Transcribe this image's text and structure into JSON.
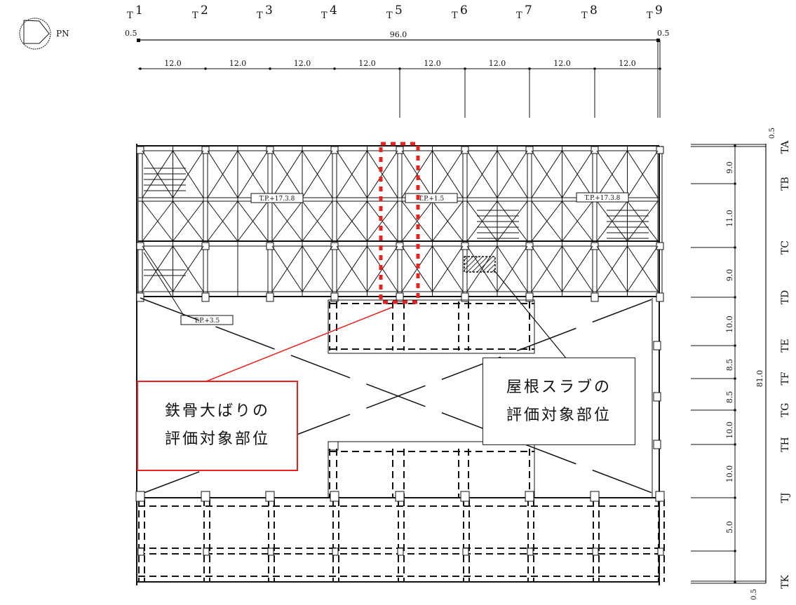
{
  "compass": {
    "label": "PN"
  },
  "column_grid": {
    "labels": [
      "1",
      "2",
      "3",
      "4",
      "5",
      "6",
      "7",
      "8",
      "9"
    ],
    "prefix": "T",
    "overall_span": "96.0",
    "edge_offset": "0.5",
    "bay_spans": [
      "12.0",
      "12.0",
      "12.0",
      "12.0",
      "12.0",
      "12.0",
      "12.0",
      "12.0"
    ]
  },
  "row_grid": {
    "labels": [
      "A",
      "B",
      "C",
      "D",
      "E",
      "F",
      "G",
      "H",
      "J",
      "K"
    ],
    "prefix": "T",
    "overall_span": "81.0",
    "edge_offset": "0.5",
    "bay_spans": [
      "9.0",
      "11.0",
      "9.0",
      "10.0",
      "8.5",
      "8.5",
      "10.0",
      "10.0",
      "5.0"
    ]
  },
  "level_tags": [
    "T.P.+17.3.8",
    "T.P.+1.5",
    "T.P.+17.3.8",
    "T.P.+3.5"
  ],
  "callouts": {
    "steel_beam": {
      "line1": "鉄骨大ばりの",
      "line2": "評価対象部位",
      "color": "#e8231f"
    },
    "roof_slab": {
      "line1": "屋根スラブの",
      "line2": "評価対象部位",
      "color": "#222222"
    }
  }
}
